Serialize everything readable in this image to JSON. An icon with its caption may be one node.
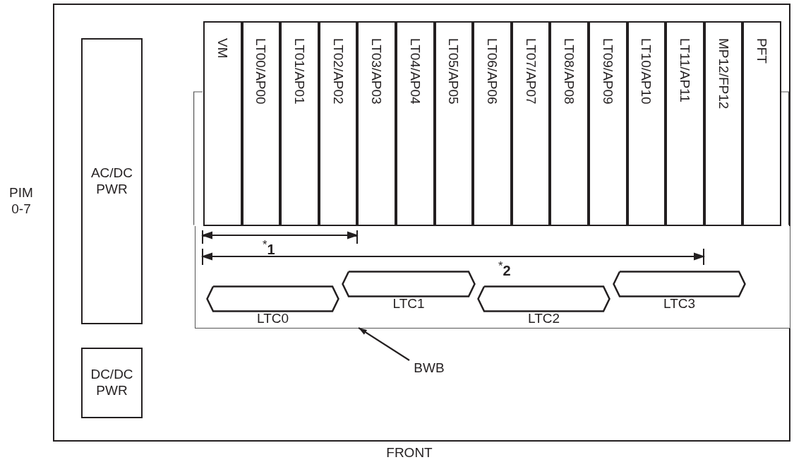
{
  "diagram": {
    "nodes": [
      {
        "text": [],
        "shape": "box",
        "beside": [
          "PIM 0-7",
          "FRONT"
        ]
      },
      {
        "text": [
          "AC/DC PWR"
        ],
        "in": 0
      },
      {
        "text": [
          "DC/DC PWR"
        ],
        "in": 0
      },
      {
        "text": [],
        "shape": "box",
        "in": 0
      },
      {
        "text": [
          "LTC0"
        ],
        "in": 3
      },
      {
        "text": [
          "LTC1"
        ],
        "in": 3
      },
      {
        "text": [
          "LTC2"
        ],
        "in": 3
      },
      {
        "text": [
          "LTC3"
        ],
        "in": 3
      },
      {
        "text": [
          "VM"
        ],
        "in": 0
      },
      {
        "text": [
          "LT00/AP00"
        ],
        "in": 0
      },
      {
        "text": [
          "LT01/AP01"
        ],
        "in": 0
      },
      {
        "text": [
          "LT02/AP02"
        ],
        "in": 0
      },
      {
        "text": [
          "LT03/AP03"
        ],
        "in": 0
      },
      {
        "text": [
          "LT04/AP04"
        ],
        "in": 0
      },
      {
        "text": [
          "LT05/AP05"
        ],
        "in": 0
      },
      {
        "text": [
          "LT06/AP06"
        ],
        "in": 0
      },
      {
        "text": [
          "LT07/AP07"
        ],
        "in": 0
      },
      {
        "text": [
          "LT08/AP08"
        ],
        "in": 0
      },
      {
        "text": [
          "LT09/AP09"
        ],
        "in": 0
      },
      {
        "text": [
          "LT10/AP10"
        ],
        "in": 0
      },
      {
        "text": [
          "LT11/AP11"
        ],
        "in": 0
      },
      {
        "text": [
          "MP12/FP12"
        ],
        "in": 0
      },
      {
        "text": [
          "PFT"
        ],
        "in": 0
      },
      {
        "text": [
          "BWB"
        ],
        "in": 0
      }
    ],
    "edges": [
      {
        "from": 23,
        "to": 3,
        "arrow": "to"
      }
    ],
    "labels": [
      "$^{*}$**1**",
      "$^{*}$**2**"
    ]
  }
}
